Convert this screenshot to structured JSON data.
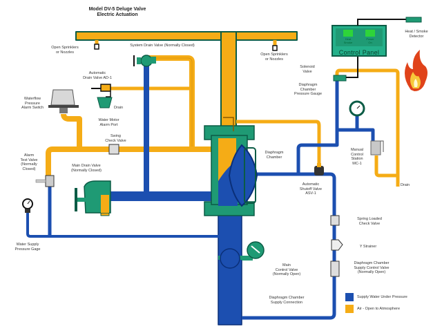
{
  "title": "Model DV-5 Deluge Valve\nElectric Actuation",
  "colors": {
    "water": "#1c4fb0",
    "air": "#f5ac16",
    "valve_body": "#1f9a74",
    "valve_outline": "#0b5b45",
    "control_panel": "#24b08a",
    "indicator": "#2ed43a",
    "gauge_face": "#ffffff",
    "fire": "#e0431a"
  },
  "labels": {
    "open_sprinklers_left": "Open Sprinklers\nor Nozzles",
    "open_sprinklers_right": "Open Sprinklers\nor Nozzles",
    "system_drain_valve": "System Drain Valve (Normally Closed)",
    "automatic_drain_valve": "Automatic\nDrain Valve AD-1",
    "drain_cup": "Drain",
    "waterflow_switch": "Waterflow\nPressure\nAlarm Switch",
    "water_motor_alarm": "Water Motor\nAlarm Port",
    "swing_check_valve": "Swing\nCheck Valve",
    "alarm_test_valve": "Alarm\nTest Valve\n(Normally\nClosed)",
    "main_drain_valve": "Main Drain Valve\n(Normally Closed)",
    "water_supply_gauge": "Water Supply\nPressure Gage",
    "diaphragm_chamber": "Diaphragm\nChamber",
    "automatic_shutoff": "Automatic\nShutoff Valve\nASV-1",
    "solenoid_valve": "Solenoid\nValve",
    "diaphragm_gauge": "Diaphragm\nChamber\nPressure Gauge",
    "manual_control": "Manual\nControl\nStation\nMC-1",
    "drain_right": "Drain",
    "heat_smoke_detector": "Heat / Smoke\nDetector",
    "spring_check_valve": "Spring Loaded\nCheck Valve",
    "y_strainer": "Y Strainer",
    "supply_control_valve": "Diaphragm Chamber\nSupply Control Valve\n(Normally Open)",
    "main_control_valve": "Main\nControl Valve\n(Normally Open)",
    "supply_connection": "Diaphragm Chamber\nSupply Connection"
  },
  "control_panel": {
    "label": "Control Panel",
    "indicators": [
      {
        "label": "Heat\nSmoke"
      },
      {
        "label": "Power\nOn"
      }
    ]
  },
  "legend": [
    {
      "label": "Supply Water Under Pressure",
      "color": "#1c4fb0"
    },
    {
      "label": "Air - Open to Atmosphere",
      "color": "#f5ac16"
    }
  ]
}
